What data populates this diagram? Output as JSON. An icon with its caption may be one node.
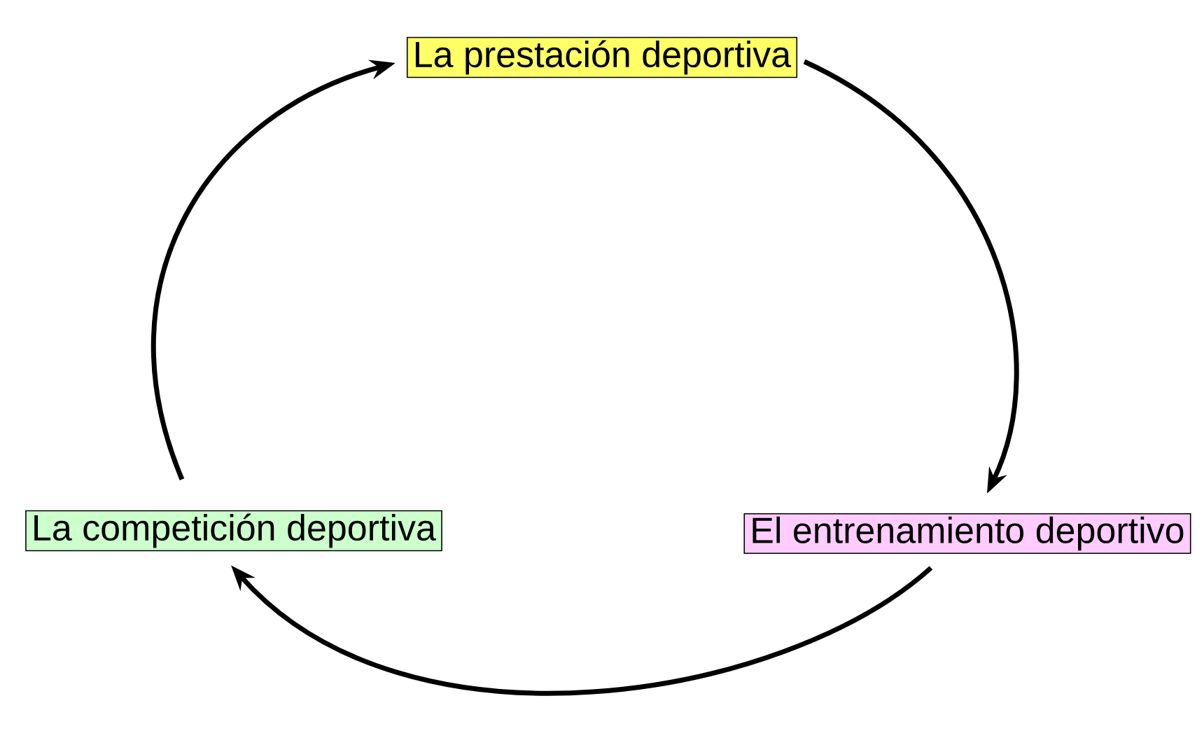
{
  "diagram": {
    "nodes": [
      {
        "text": [
          "La prestación deportiva"
        ]
      },
      {
        "text": [
          "El entrenamiento deportivo"
        ]
      },
      {
        "text": [
          "La competición deportiva"
        ]
      }
    ],
    "edges": [
      {
        "from": 0,
        "to": 1,
        "arrow": "to"
      },
      {
        "from": 1,
        "to": 2,
        "arrow": "to"
      },
      {
        "from": 2,
        "to": 0,
        "arrow": "to"
      }
    ]
  }
}
